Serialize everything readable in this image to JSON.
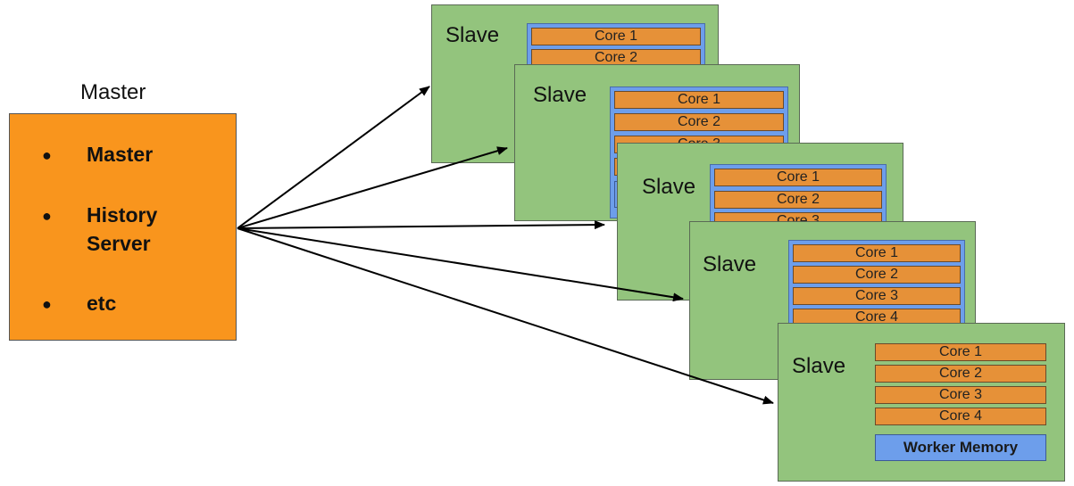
{
  "master": {
    "title": "Master",
    "items": [
      "Master",
      "History Server",
      "etc"
    ]
  },
  "slave": {
    "label": "Slave",
    "cores": [
      "Core 1",
      "Core 2",
      "Core 3",
      "Core 4"
    ],
    "memory_label": "Worker Memory"
  },
  "colors": {
    "master_fill": "#f9951d",
    "slave_fill": "#93c47d",
    "core_fill": "#e69138",
    "memory_fill": "#6d9eeb"
  }
}
